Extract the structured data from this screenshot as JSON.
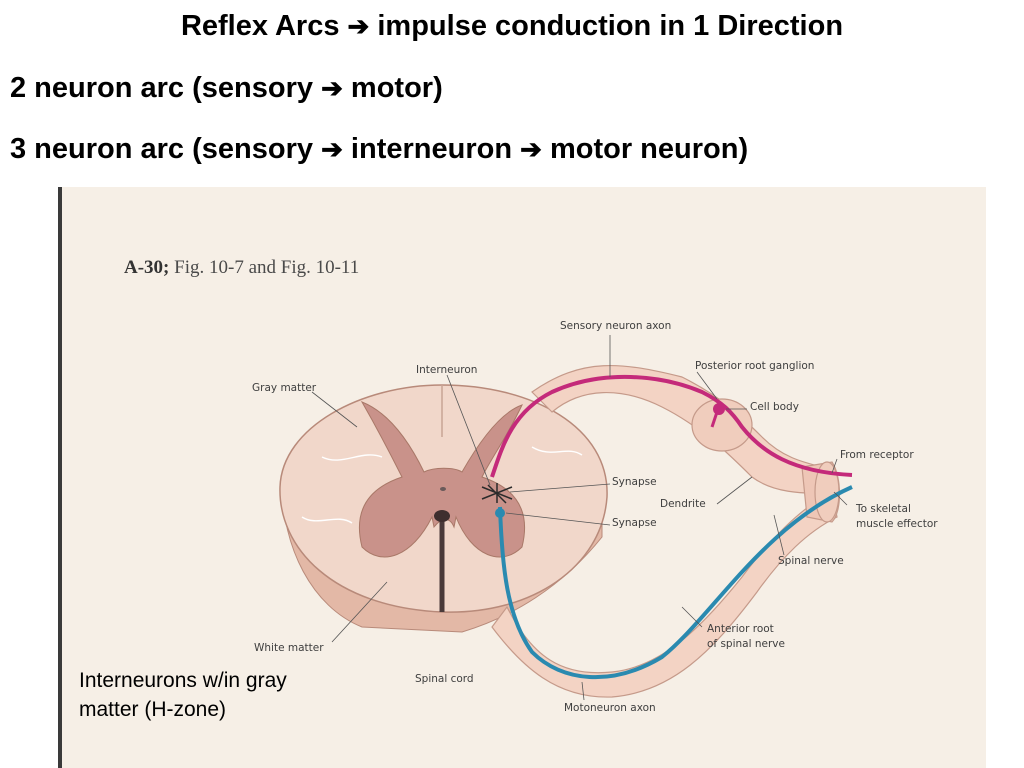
{
  "slide": {
    "title": "Reflex Arcs → impulse conduction in 1 Direction",
    "title_pre": "Reflex Arcs",
    "title_post": "impulse conduction in 1 Direction",
    "line1_pre": "2 neuron arc (sensory",
    "line1_post": "motor)",
    "line2_pre": "3 neuron arc (sensory",
    "line2_mid": "interneuron",
    "line2_post": "motor neuron)",
    "arrow_glyph": "➔",
    "note_line1": "Interneurons w/in gray",
    "note_line2": "matter (H-zone)"
  },
  "figure": {
    "ref_bold": "A-30;",
    "ref_text": "Fig. 10-7 and Fig. 10-11",
    "labels": {
      "sensory_neuron_axon": "Sensory neuron axon",
      "interneuron": "Interneuron",
      "gray_matter": "Gray matter",
      "posterior_root_ganglion": "Posterior root ganglion",
      "cell_body": "Cell body",
      "from_receptor": "From receptor",
      "synapse_1": "Synapse",
      "dendrite": "Dendrite",
      "to_skeletal_1": "To skeletal",
      "to_skeletal_2": "muscle effector",
      "synapse_2": "Synapse",
      "spinal_nerve": "Spinal nerve",
      "white_matter": "White matter",
      "anterior_root_1": "Anterior root",
      "anterior_root_2": "of spinal nerve",
      "spinal_cord": "Spinal cord",
      "motoneuron_axon": "Motoneuron axon"
    },
    "colors": {
      "sensory": "#c42a7a",
      "motor": "#2a8ab0",
      "gray_matter": "#c9928a",
      "white_matter": "#f0d4c6",
      "nerve": "#f3d3c4"
    }
  }
}
